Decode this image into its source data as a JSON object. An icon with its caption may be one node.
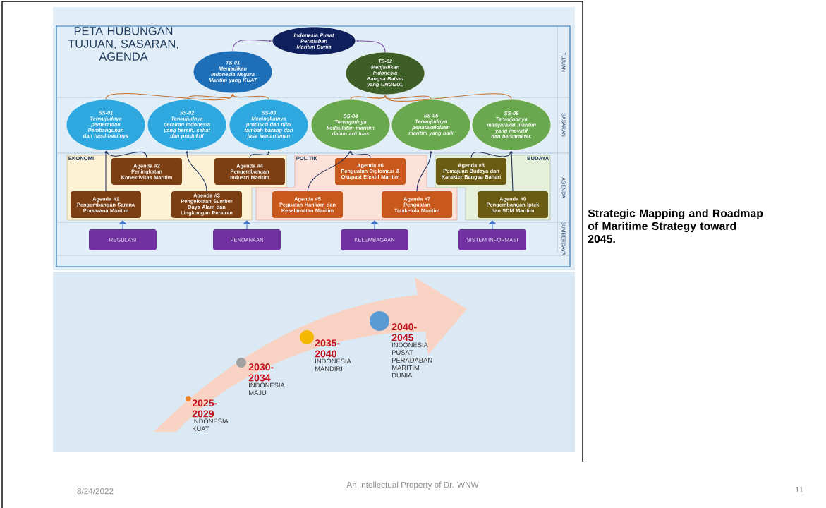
{
  "diagram": {
    "title": "PETA HUBUNGAN TUJUAN, SASARAN, AGENDA",
    "caption": "Strategic Mapping and Roadmap of Maritime Strategy toward 2045.",
    "nodes": [
      {
        "text": [
          "Indonesia Pusat Peradaban Maritim Dunia"
        ]
      },
      {
        "text": [
          "TS-01",
          "Menjadikan Indonesia Negara Maritim yang KUAT"
        ]
      },
      {
        "text": [
          "TS-02",
          "Menjadikan Indonesia Bangsa Bahari yang UNGGUL"
        ]
      },
      {
        "text": [
          "SS-01",
          "Terwujudnya pemerataan Pembangunan dan hasil-hasilnya"
        ]
      },
      {
        "text": [
          "SS-02",
          "Terwujudnya perairan Indonesia yang bersih, sehat dan produktif"
        ]
      },
      {
        "text": [
          "SS-03",
          "Meningkatnya produksi dan nilai tambah barang dan jasa kemaritiman"
        ]
      },
      {
        "text": [
          "SS-04",
          "Terwujudnya kedaulatan maritim dalam arti luas"
        ]
      },
      {
        "text": [
          "SS-05",
          "Terwujudnya penatakelolaan maritim yang baik"
        ]
      },
      {
        "text": [
          "SS-06",
          "Terwujudnya masyarakat maritim yang inovatif dan berkarakter."
        ]
      },
      {
        "text": [
          "EKONOMI"
        ]
      },
      {
        "text": [
          "Agenda #1",
          "Pengembangan Sarana Prasarana Maritim"
        ],
        "in": 9
      },
      {
        "text": [
          "Agenda #2",
          "Peningkatan Konektivitas Maritim"
        ],
        "in": 9
      },
      {
        "text": [
          "Agenda #3",
          "Pengelolaan Sumber Daya Alam dan Lingkungan Perairan"
        ],
        "in": 9
      },
      {
        "text": [
          "Agenda #4",
          "Pengembangan Industri Maritim"
        ],
        "in": 9
      },
      {
        "text": [
          "POLITIK"
        ]
      },
      {
        "text": [
          "Agenda #5",
          "Peguatan Hankam dan Keselamatan Maritim"
        ],
        "in": 14
      },
      {
        "text": [
          "Agenda #6",
          "Penguatan Diplomasi & Okupasi Efektif Maritim"
        ],
        "in": 14
      },
      {
        "text": [
          "Agenda #7",
          "Penguatan Tatakelola Maritim"
        ],
        "in": 14
      },
      {
        "text": [
          "BUDAYA"
        ]
      },
      {
        "text": [
          "Agenda #8",
          "Pemajuan Budaya dan Karakter Bangsa Bahari"
        ],
        "in": 18
      },
      {
        "text": [
          "Agenda #9",
          "Pengembangan Iptek dan SDM Maritim"
        ],
        "in": 18
      },
      {
        "text": [
          "REGULASI"
        ]
      },
      {
        "text": [
          "PENDANAAN"
        ]
      },
      {
        "text": [
          "KELEMBAGAAN"
        ]
      },
      {
        "text": [
          "SISTEM INFORMASI"
        ]
      },
      {
        "text": [],
        "shape": "circle",
        "beside": [
          "2025- 2029",
          "INDONESIA KUAT"
        ]
      },
      {
        "text": [],
        "shape": "circle",
        "beside": [
          "2030- 2034",
          "INDONESIA MAJU"
        ]
      },
      {
        "text": [],
        "shape": "circle",
        "beside": [
          "2035- 2040",
          "INDONESIA MANDIRI"
        ]
      },
      {
        "text": [],
        "shape": "circle",
        "beside": [
          "2040- 2045",
          "INDONESIA PUSAT PERADABAN MARITIM DUNIA"
        ]
      }
    ],
    "edges": [
      {
        "from": 1,
        "to": 0,
        "arrow": "to",
        "color": "#7b4fa0"
      },
      {
        "from": 2,
        "to": 0,
        "arrow": "to",
        "color": "#7b4fa0"
      },
      {
        "from": 3,
        "to": 1,
        "arrow": "to",
        "color": "#c8702a"
      },
      {
        "from": 4,
        "to": 1,
        "arrow": "to",
        "color": "#c8702a"
      },
      {
        "from": 5,
        "to": 1,
        "arrow": "to",
        "color": "#c8702a"
      },
      {
        "from": 6,
        "to": 2,
        "arrow": "to",
        "color": "#c8702a"
      },
      {
        "from": 7,
        "to": 2,
        "arrow": "to",
        "color": "#c8702a"
      },
      {
        "from": 8,
        "to": 2,
        "arrow": "to",
        "color": "#c8702a"
      },
      {
        "from": 10,
        "to": 3,
        "arrow": "to"
      },
      {
        "from": 11,
        "to": 3,
        "arrow": "to"
      },
      {
        "from": 12,
        "to": 4,
        "arrow": "to"
      },
      {
        "from": 13,
        "to": 5,
        "arrow": "to"
      },
      {
        "from": 15,
        "to": 6,
        "arrow": "to"
      },
      {
        "from": 16,
        "to": 6,
        "arrow": "to"
      },
      {
        "from": 17,
        "to": 7,
        "arrow": "to"
      },
      {
        "from": 19,
        "to": 8,
        "arrow": "to"
      },
      {
        "from": 20,
        "to": 8,
        "arrow": "to"
      },
      {
        "from": 21,
        "to": 9,
        "arrow": "to",
        "color": "#4472c4"
      },
      {
        "from": 22,
        "to": 9,
        "arrow": "to",
        "color": "#4472c4"
      },
      {
        "from": 23,
        "to": 14,
        "arrow": "to",
        "color": "#4472c4"
      },
      {
        "from": 24,
        "to": 18,
        "arrow": "to",
        "color": "#4472c4"
      }
    ],
    "labels": [
      "TUJUAN",
      "SASARAN",
      "AGENDA",
      "SUMBERDAYA",
      "8/24/2022",
      "An Intellectual Property of Dr. WNW",
      "11"
    ]
  }
}
